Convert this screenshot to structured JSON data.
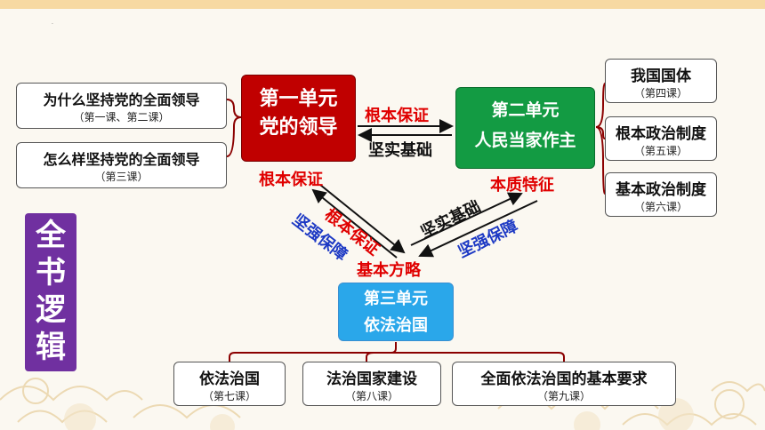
{
  "side_title": "全书逻辑",
  "units": {
    "u1": {
      "line1": "第一单元",
      "line2": "党的领导"
    },
    "u2": {
      "line1": "第二单元",
      "line2": "人民当家作主"
    },
    "u3": {
      "line1": "第三单元",
      "line2": "依法治国"
    }
  },
  "left_boxes": [
    {
      "title": "为什么坚持党的全面领导",
      "sub": "（第一课、第二课）"
    },
    {
      "title": "怎么样坚持党的全面领导",
      "sub": "（第三课）"
    }
  ],
  "right_boxes": [
    {
      "title": "我国国体",
      "sub": "（第四课）"
    },
    {
      "title": "根本政治制度",
      "sub": "（第五课）"
    },
    {
      "title": "基本政治制度",
      "sub": "（第六课）"
    }
  ],
  "bottom_boxes": [
    {
      "title": "依法治国",
      "sub": "（第七课）"
    },
    {
      "title": "法治国家建设",
      "sub": "（第八课）"
    },
    {
      "title": "全面依法治国的基本要求",
      "sub": "（第九课）"
    }
  ],
  "relations": {
    "u1_to_u2": "根本保证",
    "u2_to_u1": "坚实基础",
    "u1_bottom": "根本保证",
    "u1_to_u3_diag": "根本保证",
    "u3_to_u1_diag": "坚强保障",
    "u3_to_u2_diag": "坚实基础",
    "u2_to_u3_diag": "坚强保障",
    "u2_bottom": "本质特征",
    "u3_top": "基本方略"
  },
  "colors": {
    "unit1": "#c00000",
    "unit2": "#139b43",
    "unit3": "#2aa7ea",
    "side": "#7030a0",
    "label_red": "#e00000",
    "label_blue": "#1d39c4",
    "bracket": "#8b0000"
  }
}
